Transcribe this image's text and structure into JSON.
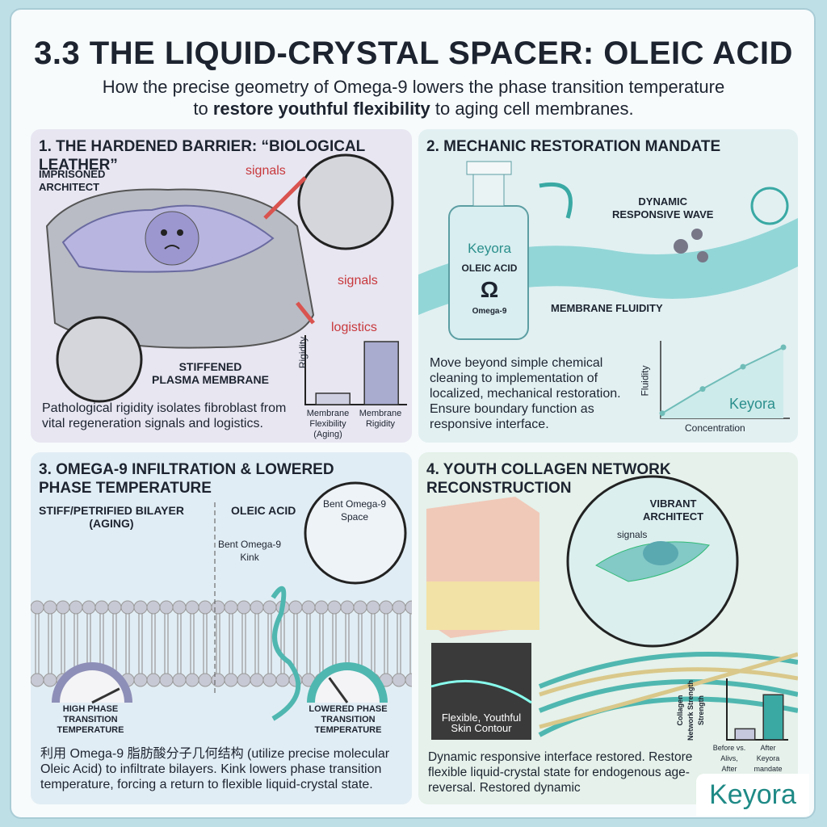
{
  "title": "3.3 THE LIQUID-CRYSTAL SPACER: OLEIC ACID",
  "subtitle": {
    "line1": "How the precise geometry of Omega-9 lowers the phase transition temperature",
    "pre": "to ",
    "bold": "restore youthful flexibility",
    "post": " to aging cell membranes."
  },
  "panel1": {
    "heading": "1. THE HARDENED BARRIER: “BIOLOGICAL LEATHER”",
    "label_architect": "IMPRISONED\nARCHITECT",
    "signals1": "signals",
    "signals2": "signals",
    "logistics": "logistics",
    "label_membrane": "STIFFENED\nPLASMA MEMBRANE",
    "body": "Pathological rigidity isolates fibroblast from vital regeneration signals and logistics.",
    "chart_data": {
      "type": "bar",
      "ylabel": "Rigidity",
      "categories": [
        "Membrane\nFlexibility\n(Aging)",
        "Membrane\nRigidity"
      ],
      "values": [
        0.18,
        1.0
      ]
    }
  },
  "panel2": {
    "heading": "2. MECHANIC RESTORATION MANDATE",
    "bottle_brand": "Keyora",
    "bottle_label": "OLEIC ACID",
    "bottle_symbol": "Ω",
    "bottle_sub": "Omega-9",
    "wave_label": "DYNAMIC\nRESPONSIVE WAVE",
    "fluidity_label": "MEMBRANE FLUIDITY",
    "body": "Move beyond simple chemical cleaning to implementation of localized, mechanical restoration. Ensure boundary function as responsive interface.",
    "chart_data": {
      "type": "line",
      "xlabel": "Concentration",
      "ylabel": "Fluidity",
      "watermark": "Keyora",
      "x": [
        0,
        1,
        2,
        3
      ],
      "values": [
        0.05,
        0.4,
        0.72,
        1.0
      ]
    }
  },
  "panel3": {
    "heading": "3. OMEGA-9 INFILTRATION & LOWERED\n    PHASE TEMPERATURE",
    "left_label": "STIFF/PETRIFIED BILAYER\n(AGING)",
    "right_label": "OLEIC ACID",
    "kink_label": "Bent Omega-9\nKink",
    "space_label": "Bent Omega-9\nSpace",
    "gauge_left": "HIGH PHASE\nTRANSITION TEMPERATURE",
    "gauge_right": "LOWERED PHASE\nTRANSITION TEMPERATURE",
    "gauge_left_level": 0.85,
    "gauge_right_level": 0.3,
    "body": "利用 Omega-9 脂肪酸分子几何结构 (utilize precise molecular Oleic Acid) to infiltrate bilayers. Kink lowers phase transition temperature, forcing a return to flexible liquid-crystal state."
  },
  "panel4": {
    "heading": "4. YOUTH COLLAGEN NETWORK RECONSTRUCTION",
    "vibrant": "VIBRANT\nARCHITECT",
    "signals": "signals",
    "contour": "Flexible, Youthful\nSkin Contour",
    "body": "Dynamic responsive interface restored. Restore flexible liquid-crystal state for endogenous age-reversal. Restored dynamic",
    "chart_data": {
      "type": "bar",
      "ylabel": "Collagen\nNetwork Strength\nStrength",
      "categories": [
        "Before vs.\nAlivs,\nAfter",
        "After\nKeyora\nmandate"
      ],
      "values": [
        0.2,
        0.82
      ]
    }
  },
  "brand": "Keyora",
  "colors": {
    "teal": "#3aa9a4",
    "red": "#c8383c",
    "lavender": "#a9a9cf"
  }
}
